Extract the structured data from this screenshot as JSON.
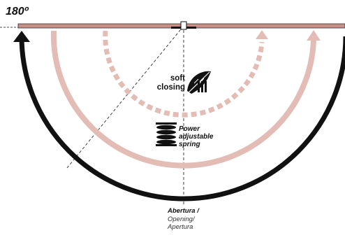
{
  "angle_label": "180º",
  "soft_closing": {
    "line1": "soft",
    "line2": "closing",
    "icon": "feather-icon"
  },
  "spring": {
    "line1": "Power",
    "line2": "adjustable",
    "line3": "spring",
    "icon": "spring-coil-icon"
  },
  "opening_caption": {
    "line1": "Abertura /",
    "line2": "Opening/",
    "line3": "Apertura"
  },
  "colors": {
    "door_panel": "#c98f86",
    "soft_arc": "#e2bcb5",
    "main_arc": "#111111",
    "text": "#111111"
  }
}
